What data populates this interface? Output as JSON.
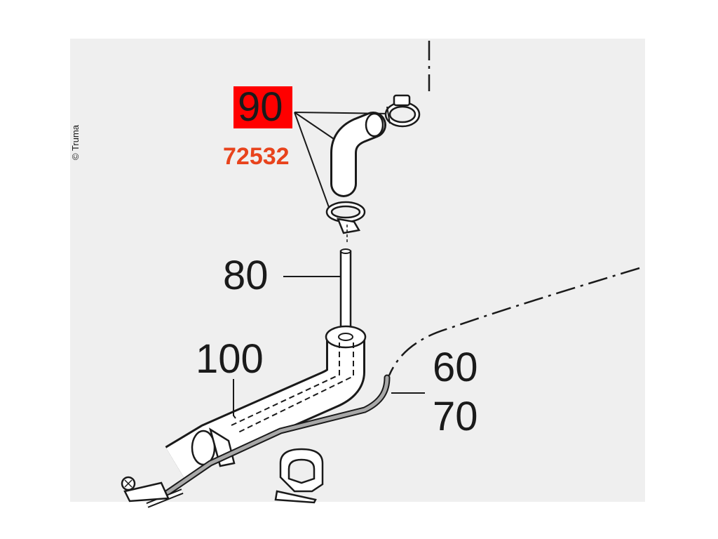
{
  "diagram": {
    "copyright": "© Truma",
    "highlight_color": "#ff0000",
    "part_number_color": "#e8431c",
    "callouts": {
      "c90": "90",
      "part_number": "72532",
      "c80": "80",
      "c100": "100",
      "c60": "60",
      "c70": "70"
    },
    "parts": [
      "hose-clamp",
      "elbow-hose",
      "hose-clamp",
      "straight-pipe",
      "bent-hose",
      "cable",
      "cable-clip",
      "connector"
    ]
  }
}
